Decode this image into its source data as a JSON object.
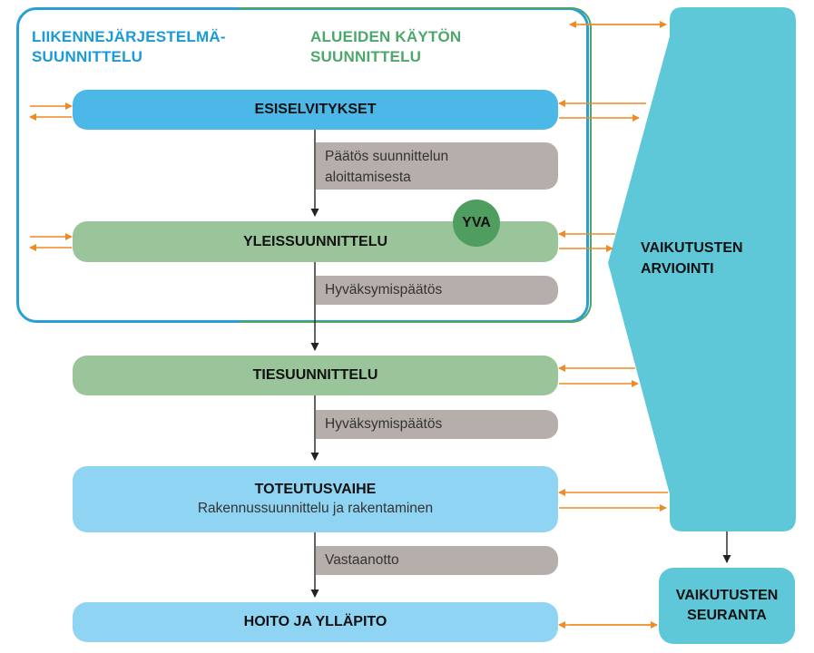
{
  "headings": {
    "transport": [
      "LIIKENNEJÄRJESTELMÄ-",
      "SUUNNITTELU"
    ],
    "land_use": [
      "ALUEIDEN KÄYTÖN",
      "SUUNNITTELU"
    ]
  },
  "stages": {
    "esiselvitykset": "ESISELVITYKSET",
    "yleissuunnittelu": "YLEISSUUNNITTELU",
    "tiesuunnittelu": "TIESUUNNITTELU",
    "toteutusvaihe": "TOTEUTUSVAIHE",
    "toteutusvaihe_sub": "Rakennussuunnittelu ja rakentaminen",
    "hoito": "HOITO JA YLLÄPITO"
  },
  "decisions": {
    "d1": [
      "Päätös suunnittelun",
      "aloittamisesta"
    ],
    "d2": "Hyväksymispäätös",
    "d3": "Hyväksymispäätös",
    "d4": "Vastaanotto"
  },
  "yva": "YVA",
  "assessment": [
    "VAIKUTUSTEN",
    "ARVIOINTI"
  ],
  "monitoring": [
    "VAIKUTUSTEN",
    "SEURANTA"
  ],
  "colors": {
    "blue_frame": "#2a9fd6",
    "green_frame": "#4ea76a",
    "blue_pill": "#4bb8e8",
    "green_pill": "#9ac49a",
    "light_blue_pill": "#8fd4f2",
    "gray_box": "#b5aeab",
    "teal_panel": "#5ec8d8",
    "arrow_orange": "#f08a24",
    "yva_green": "#4f9e60"
  }
}
